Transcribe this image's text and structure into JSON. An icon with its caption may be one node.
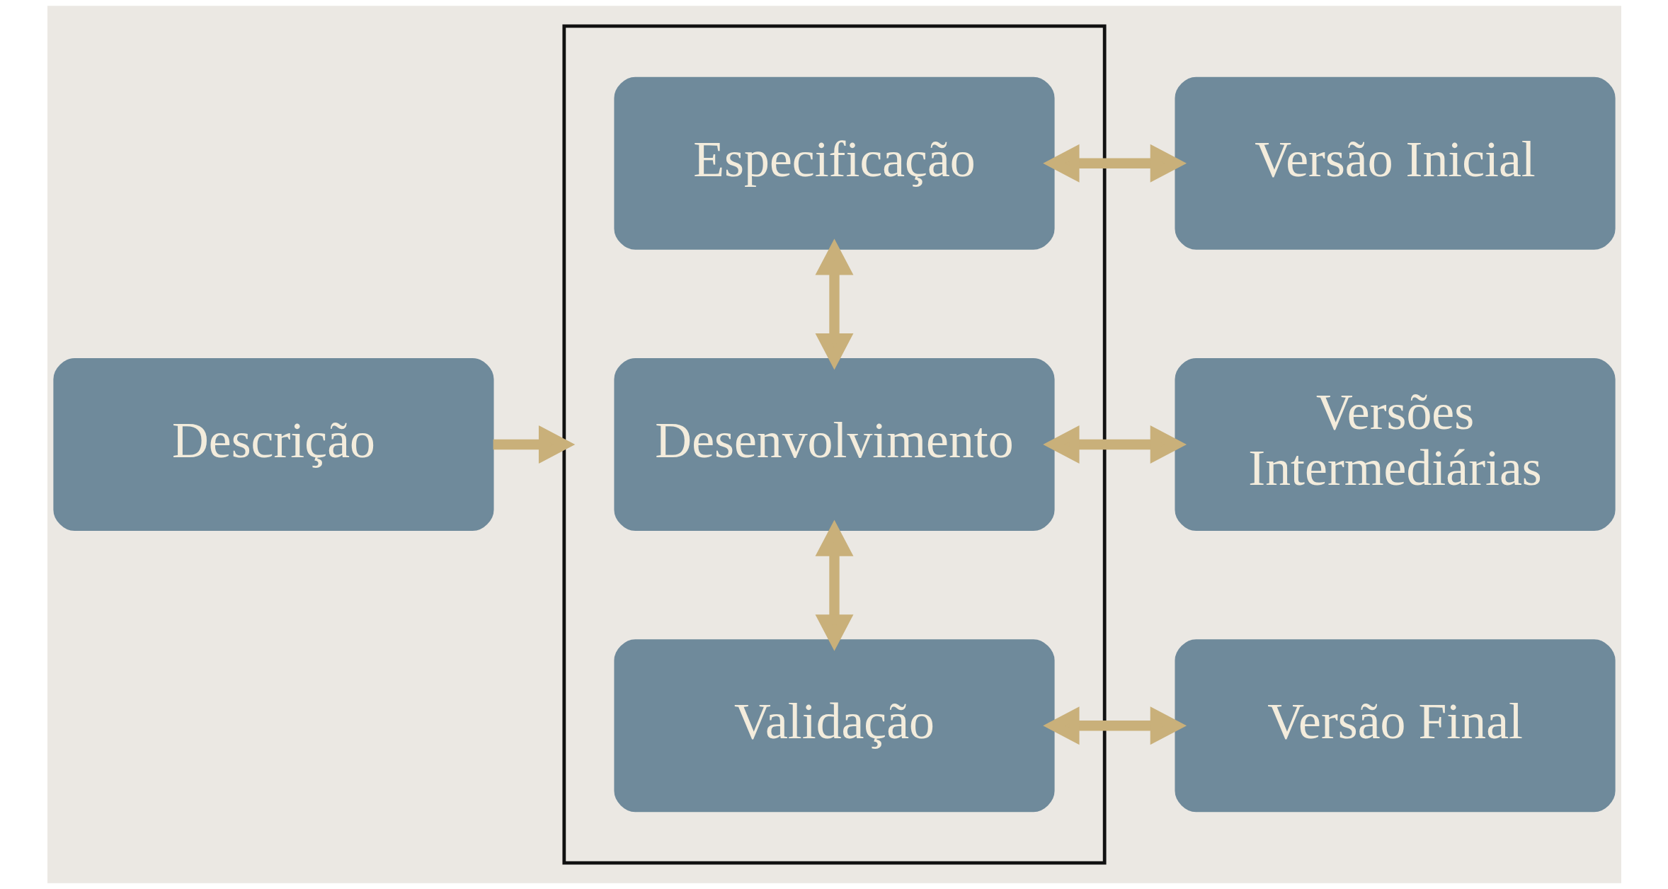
{
  "diagram": {
    "nodes": [
      {
        "text": [
          "Descrição"
        ]
      },
      {
        "text": [],
        "shape": "box"
      },
      {
        "text": [
          "Especificação"
        ],
        "in": 1
      },
      {
        "text": [
          "Desenvolvimento"
        ],
        "in": 1
      },
      {
        "text": [
          "Validação"
        ],
        "in": 1
      },
      {
        "text": [
          "Versão Inicial"
        ]
      },
      {
        "text": [
          "Versões Intermediárias"
        ]
      },
      {
        "text": [
          "Versão Final"
        ]
      }
    ],
    "edges": [
      {
        "from": 0,
        "to": 1,
        "arrow": "to"
      },
      {
        "from": 2,
        "to": 3,
        "arrow": "both"
      },
      {
        "from": 3,
        "to": 4,
        "arrow": "both"
      },
      {
        "from": 2,
        "to": 5,
        "arrow": "both"
      },
      {
        "from": 3,
        "to": 6,
        "arrow": "both"
      },
      {
        "from": 4,
        "to": 7,
        "arrow": "both"
      }
    ]
  }
}
